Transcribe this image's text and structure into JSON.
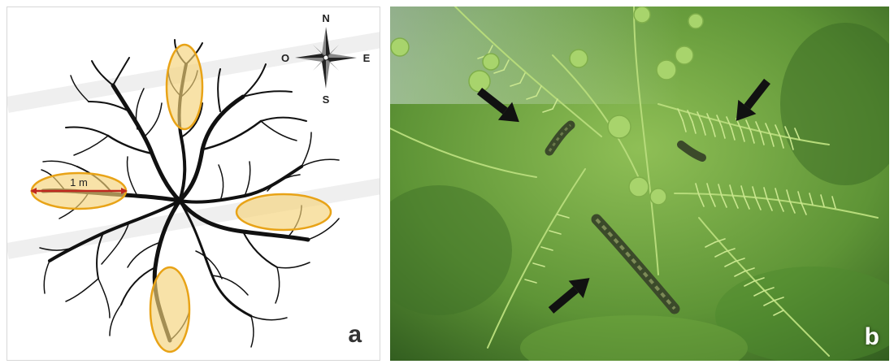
{
  "panel_a": {
    "label": "a",
    "scale_bar_label": "1 m",
    "compass": {
      "north": "N",
      "south": "S",
      "east": "E",
      "west": "O"
    },
    "highlight_color": "#f5d27a",
    "highlight_border": "#e8a317",
    "scale_bar_color": "#c0281f"
  },
  "panel_b": {
    "label": "b",
    "arrow_color": "#111111"
  }
}
